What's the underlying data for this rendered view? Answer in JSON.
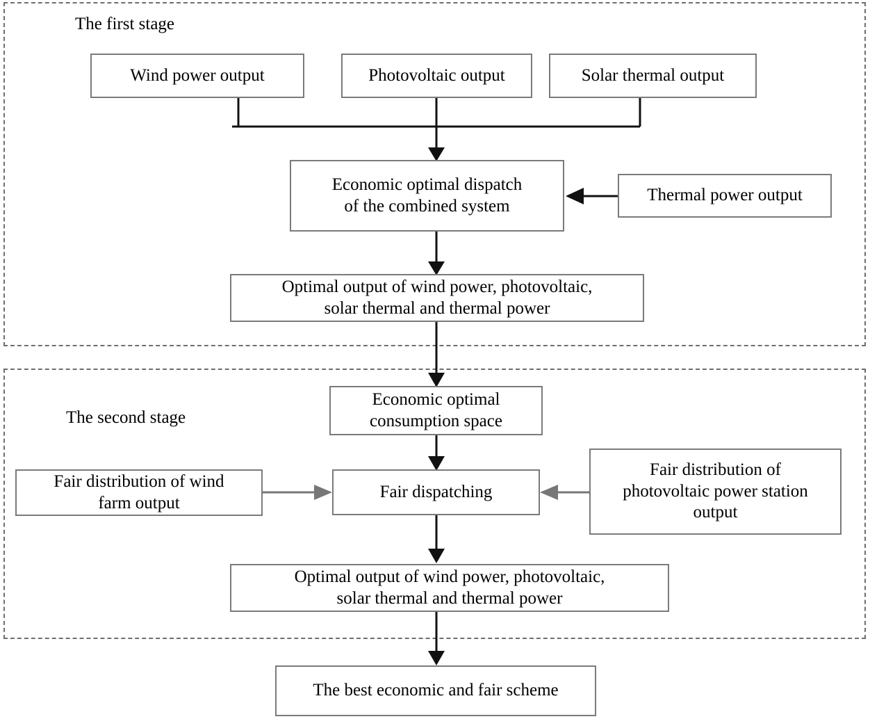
{
  "diagram": {
    "title": "Two-stage economic and fair dispatch flowchart",
    "stages": [
      {
        "id": "first",
        "label": "The first stage"
      },
      {
        "id": "second",
        "label": "The second stage"
      }
    ],
    "colors": {
      "box_border": "#7a7a7a",
      "frame_dashed": "#6e6e6e",
      "arrow_dark": "#111111",
      "arrow_gray": "#777777",
      "text": "#000000",
      "background": "#ffffff"
    },
    "nodes": {
      "wind_power_output": "Wind power output",
      "photovoltaic_output": "Photovoltaic output",
      "solar_thermal_output": "Solar thermal  output",
      "economic_optimal_dispatch_line1": "Economic optimal dispatch",
      "economic_optimal_dispatch_line2": "of the combined system",
      "thermal_power_output": "Thermal power output",
      "optimal_output_stage1_line1": "Optimal output of wind power, photovoltaic,",
      "optimal_output_stage1_line2": "solar thermal and thermal power",
      "economic_consumption_space_line1": "Economic optimal",
      "economic_consumption_space_line2": "consumption space",
      "fair_distribution_wind_line1": "Fair distribution of wind",
      "fair_distribution_wind_line2": "farm output",
      "fair_dispatching": "Fair dispatching",
      "fair_distribution_pv_line1": "Fair distribution  of",
      "fair_distribution_pv_line2": "photovoltaic power station",
      "fair_distribution_pv_line3": "output",
      "optimal_output_stage2_line1": "Optimal output of wind power, photovoltaic,",
      "optimal_output_stage2_line2": "solar thermal and thermal power",
      "best_scheme": "The best economic and fair scheme"
    },
    "edges": [
      {
        "from": "wind_power_output",
        "to": "economic_optimal_dispatch",
        "style": "dark"
      },
      {
        "from": "photovoltaic_output",
        "to": "economic_optimal_dispatch",
        "style": "dark"
      },
      {
        "from": "solar_thermal_output",
        "to": "economic_optimal_dispatch",
        "style": "dark"
      },
      {
        "from": "thermal_power_output",
        "to": "economic_optimal_dispatch",
        "style": "dark"
      },
      {
        "from": "economic_optimal_dispatch",
        "to": "optimal_output_stage1",
        "style": "dark"
      },
      {
        "from": "optimal_output_stage1",
        "to": "economic_consumption_space",
        "style": "dark"
      },
      {
        "from": "economic_consumption_space",
        "to": "fair_dispatching",
        "style": "dark"
      },
      {
        "from": "fair_distribution_wind",
        "to": "fair_dispatching",
        "style": "gray"
      },
      {
        "from": "fair_distribution_pv",
        "to": "fair_dispatching",
        "style": "gray"
      },
      {
        "from": "fair_dispatching",
        "to": "optimal_output_stage2",
        "style": "dark"
      },
      {
        "from": "optimal_output_stage2",
        "to": "best_scheme",
        "style": "dark"
      }
    ]
  }
}
